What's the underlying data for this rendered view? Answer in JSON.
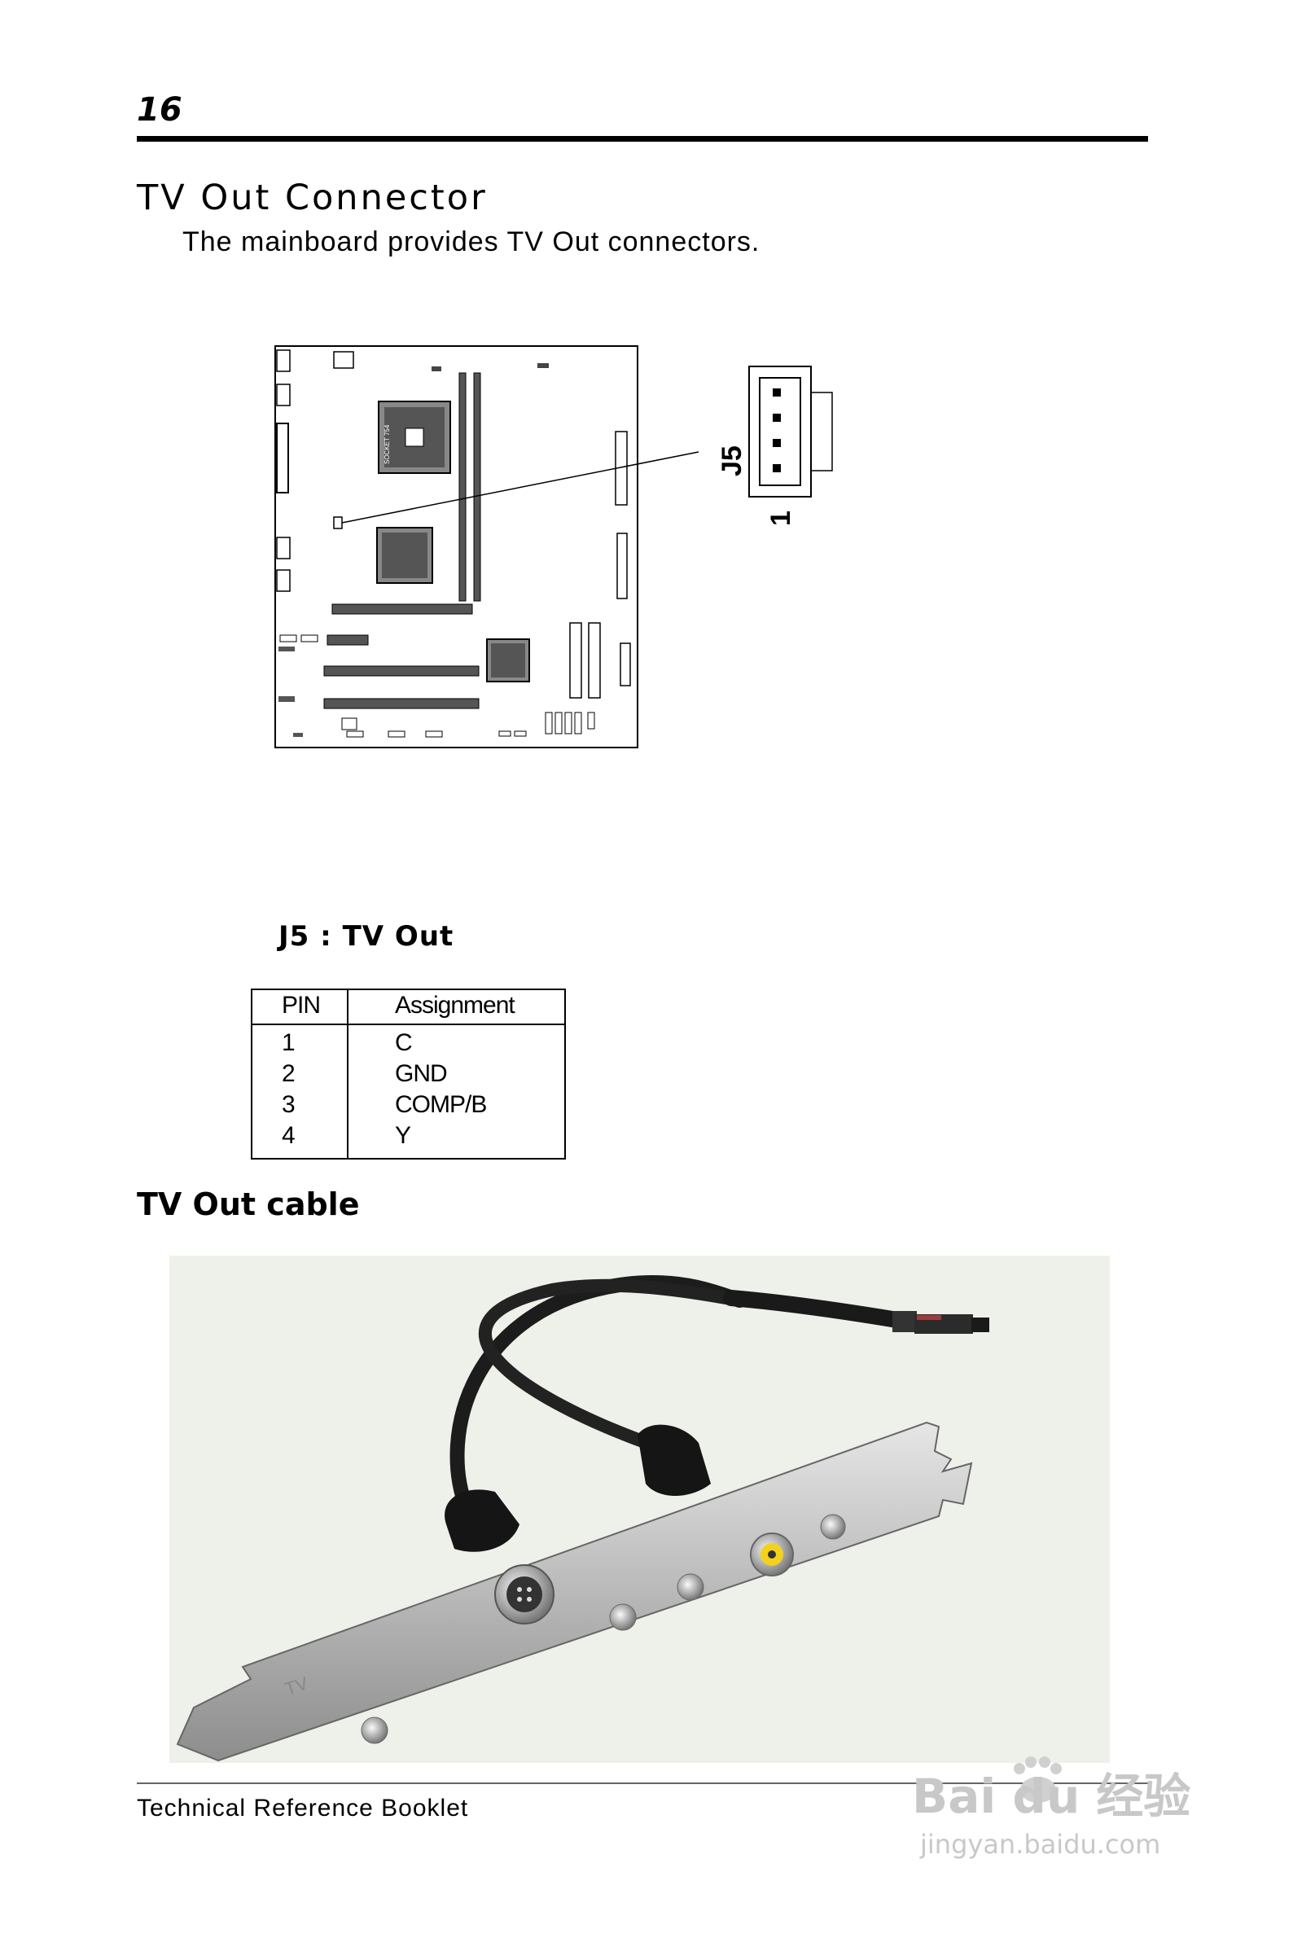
{
  "page": {
    "number": "16",
    "section_title": "TV Out Connector",
    "intro": "The mainboard provides TV Out  connectors."
  },
  "diagram": {
    "connector_label": "J5",
    "pin_one_label": "1",
    "socket_text": "SOCKET 754"
  },
  "pin_table": {
    "caption": "J5 : TV Out",
    "headers": [
      "PIN",
      "Assignment"
    ],
    "rows": [
      {
        "pin": "1",
        "assignment": "C"
      },
      {
        "pin": "2",
        "assignment": "GND"
      },
      {
        "pin": "3",
        "assignment": "COMP/B"
      },
      {
        "pin": "4",
        "assignment": "Y"
      }
    ]
  },
  "cable": {
    "title": "TV Out cable",
    "bracket_label": "TV"
  },
  "footer": {
    "text": "Technical Reference Booklet"
  },
  "watermark": {
    "brand": "Bai du 经验",
    "url": "jingyan.baidu.com"
  }
}
